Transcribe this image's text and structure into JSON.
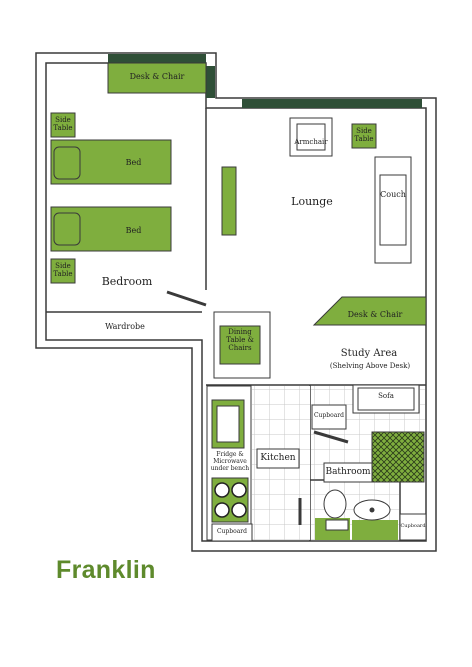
{
  "title": "Franklin",
  "rooms": {
    "bedroom": "Bedroom",
    "lounge": "Lounge",
    "study_area": "Study Area",
    "study_note": "(Shelving Above Desk)",
    "kitchen": "Kitchen",
    "bathroom": "Bathroom"
  },
  "furniture": {
    "desk_chair_bedroom": "Desk & Chair",
    "side_table_top": [
      "Side",
      "Table"
    ],
    "bed": "Bed",
    "side_table_bottom": [
      "Side",
      "Table"
    ],
    "wardrobe": "Wardrobe",
    "armchair": "Armchair",
    "side_table_lounge": [
      "Side",
      "Table"
    ],
    "couch": "Couch",
    "desk_chair_study": "Desk & Chair",
    "dining": [
      "Dining",
      "Table &",
      "Chairs"
    ],
    "sofa": "Sofa",
    "cupboard_kitchen": "Cupboard",
    "fridge": [
      "Fridge &",
      "Microwave",
      "under bench"
    ],
    "cupboard_bottom_left": "Cupboard",
    "cupboard_bottom_right": "Cupboard"
  },
  "colors": {
    "furniture_green": "#7fae3e",
    "wall": "#3a3a3a",
    "window": "#2f4f37",
    "title_green": "#5e8a2c",
    "tile_line": "#c9c9c9"
  }
}
